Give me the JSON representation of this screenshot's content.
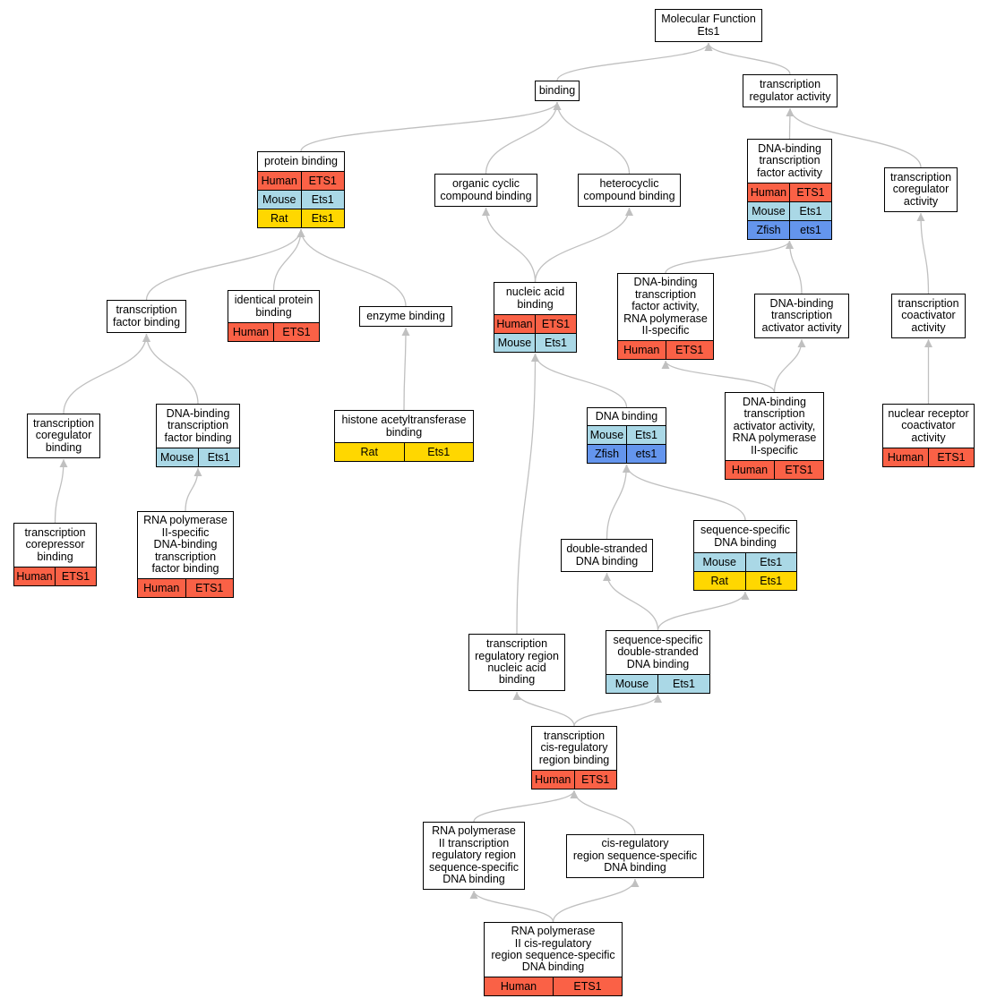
{
  "diagram": {
    "species_colors": {
      "Human": "#fa6146",
      "Mouse": "#aad8e6",
      "Rat": "#ffd700",
      "Zfish": "#6495ed"
    },
    "edge_color": "#c0c0c0",
    "nodes": {
      "mf": {
        "label": "Molecular Function\nEts1",
        "rows": []
      },
      "binding": {
        "label": "binding",
        "rows": []
      },
      "tra": {
        "label": "transcription\nregulator activity",
        "rows": []
      },
      "pb": {
        "label": "protein binding",
        "rows": [
          [
            "Human",
            "ETS1"
          ],
          [
            "Mouse",
            "Ets1"
          ],
          [
            "Rat",
            "Ets1"
          ]
        ]
      },
      "occ": {
        "label": "organic cyclic\ncompound binding",
        "rows": []
      },
      "hcc": {
        "label": "heterocyclic\ncompound binding",
        "rows": []
      },
      "dbtfa": {
        "label": "DNA-binding\ntranscription\nfactor activity",
        "rows": [
          [
            "Human",
            "ETS1"
          ],
          [
            "Mouse",
            "Ets1"
          ],
          [
            "Zfish",
            "ets1"
          ]
        ]
      },
      "tcoreg": {
        "label": "transcription\ncoregulator\nactivity",
        "rows": []
      },
      "tfb": {
        "label": "transcription\nfactor binding",
        "rows": []
      },
      "ipb": {
        "label": "identical protein\nbinding",
        "rows": [
          [
            "Human",
            "ETS1"
          ]
        ]
      },
      "eb": {
        "label": "enzyme binding",
        "rows": []
      },
      "nab": {
        "label": "nucleic acid\nbinding",
        "rows": [
          [
            "Human",
            "ETS1"
          ],
          [
            "Mouse",
            "Ets1"
          ]
        ]
      },
      "dbtfa2": {
        "label": "DNA-binding\ntranscription\nfactor activity,\nRNA polymerase\nII-specific",
        "rows": [
          [
            "Human",
            "ETS1"
          ]
        ]
      },
      "dbtaa": {
        "label": "DNA-binding\ntranscription\nactivator activity",
        "rows": []
      },
      "tcoact": {
        "label": "transcription\ncoactivator\nactivity",
        "rows": []
      },
      "tcoregb": {
        "label": "transcription\ncoregulator\nbinding",
        "rows": []
      },
      "dbtfb": {
        "label": "DNA-binding\ntranscription\nfactor binding",
        "rows": [
          [
            "Mouse",
            "Ets1"
          ]
        ]
      },
      "hat": {
        "label": "histone acetyltransferase\nbinding",
        "rows": [
          [
            "Rat",
            "Ets1"
          ]
        ]
      },
      "dnab": {
        "label": "DNA binding",
        "rows": [
          [
            "Mouse",
            "Ets1"
          ],
          [
            "Zfish",
            "ets1"
          ]
        ]
      },
      "dbtaa2": {
        "label": "DNA-binding\ntranscription\nactivator activity,\nRNA polymerase\nII-specific",
        "rows": [
          [
            "Human",
            "ETS1"
          ]
        ]
      },
      "nrca": {
        "label": "nuclear receptor\ncoactivator\nactivity",
        "rows": [
          [
            "Human",
            "ETS1"
          ]
        ]
      },
      "tcorepb": {
        "label": "transcription\ncorepressor\nbinding",
        "rows": [
          [
            "Human",
            "ETS1"
          ]
        ]
      },
      "rnap2dbtfb": {
        "label": "RNA polymerase\nII-specific\nDNA-binding\ntranscription\nfactor binding",
        "rows": [
          [
            "Human",
            "ETS1"
          ]
        ]
      },
      "dsdb": {
        "label": "double-stranded\nDNA binding",
        "rows": []
      },
      "ssdb": {
        "label": "sequence-specific\nDNA binding",
        "rows": [
          [
            "Mouse",
            "Ets1"
          ],
          [
            "Rat",
            "Ets1"
          ]
        ]
      },
      "trrnab": {
        "label": "transcription\nregulatory region\nnucleic acid\nbinding",
        "rows": []
      },
      "ssdsdb": {
        "label": "sequence-specific\ndouble-stranded\nDNA binding",
        "rows": [
          [
            "Mouse",
            "Ets1"
          ]
        ]
      },
      "tcrrb": {
        "label": "transcription\ncis-regulatory\nregion binding",
        "rows": [
          [
            "Human",
            "ETS1"
          ]
        ]
      },
      "rnap2trr": {
        "label": "RNA polymerase\nII transcription\nregulatory region\nsequence-specific\nDNA binding",
        "rows": []
      },
      "crrssdb": {
        "label": "cis-regulatory\nregion sequence-specific\nDNA binding",
        "rows": []
      },
      "rnap2crr": {
        "label": "RNA polymerase\nII cis-regulatory\nregion sequence-specific\nDNA binding",
        "rows": [
          [
            "Human",
            "ETS1"
          ]
        ]
      }
    },
    "edges": [
      [
        "binding",
        "mf"
      ],
      [
        "tra",
        "mf"
      ],
      [
        "pb",
        "binding"
      ],
      [
        "occ",
        "binding"
      ],
      [
        "hcc",
        "binding"
      ],
      [
        "dbtfa",
        "tra"
      ],
      [
        "tcoreg",
        "tra"
      ],
      [
        "tfb",
        "pb"
      ],
      [
        "ipb",
        "pb"
      ],
      [
        "eb",
        "pb"
      ],
      [
        "nab",
        "occ"
      ],
      [
        "nab",
        "hcc"
      ],
      [
        "dbtfa2",
        "dbtfa"
      ],
      [
        "dbtaa",
        "dbtfa"
      ],
      [
        "tcoact",
        "tcoreg"
      ],
      [
        "tcoregb",
        "tfb"
      ],
      [
        "dbtfb",
        "tfb"
      ],
      [
        "hat",
        "eb"
      ],
      [
        "dnab",
        "nab"
      ],
      [
        "trrnab",
        "nab"
      ],
      [
        "dbtaa2",
        "dbtfa2"
      ],
      [
        "dbtaa2",
        "dbtaa"
      ],
      [
        "nrca",
        "tcoact"
      ],
      [
        "tcorepb",
        "tcoregb"
      ],
      [
        "rnap2dbtfb",
        "dbtfb"
      ],
      [
        "dsdb",
        "dnab"
      ],
      [
        "ssdb",
        "dnab"
      ],
      [
        "ssdsdb",
        "dsdb"
      ],
      [
        "ssdsdb",
        "ssdb"
      ],
      [
        "tcrrb",
        "trrnab"
      ],
      [
        "tcrrb",
        "ssdsdb"
      ],
      [
        "rnap2trr",
        "tcrrb"
      ],
      [
        "crrssdb",
        "tcrrb"
      ],
      [
        "rnap2crr",
        "rnap2trr"
      ],
      [
        "rnap2crr",
        "crrssdb"
      ]
    ]
  }
}
